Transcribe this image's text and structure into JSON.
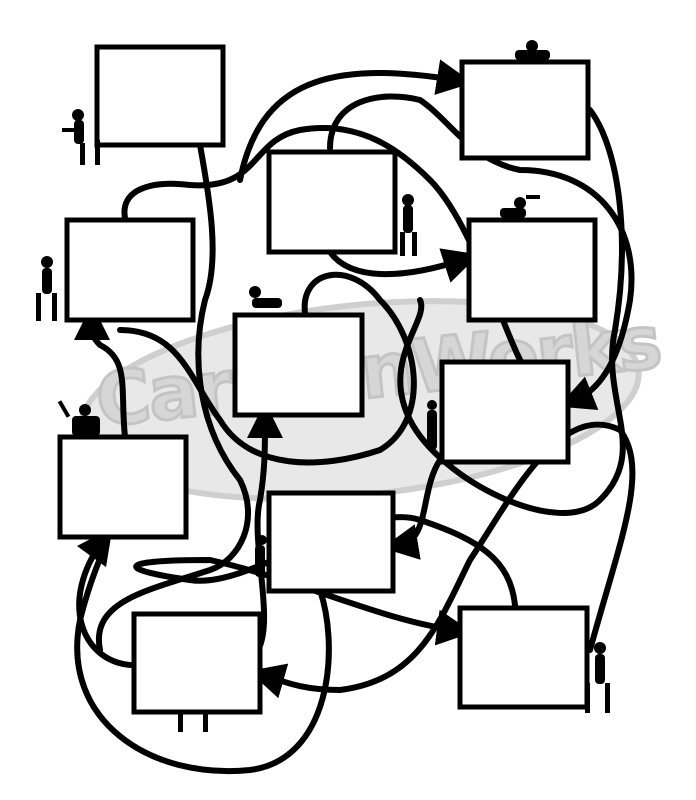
{
  "watermark": {
    "text": "CartoonWorks"
  },
  "colors": {
    "ink": "#000000",
    "watermark": "#d0d0d0",
    "paper": "#ffffff"
  },
  "boxes": [
    {
      "id": "box-1",
      "label": ""
    },
    {
      "id": "box-2",
      "label": ""
    },
    {
      "id": "box-3",
      "label": ""
    },
    {
      "id": "box-4",
      "label": ""
    },
    {
      "id": "box-5",
      "label": ""
    },
    {
      "id": "box-6",
      "label": ""
    },
    {
      "id": "box-7",
      "label": ""
    },
    {
      "id": "box-8",
      "label": ""
    },
    {
      "id": "box-9",
      "label": ""
    },
    {
      "id": "box-10",
      "label": ""
    },
    {
      "id": "box-11",
      "label": ""
    }
  ]
}
